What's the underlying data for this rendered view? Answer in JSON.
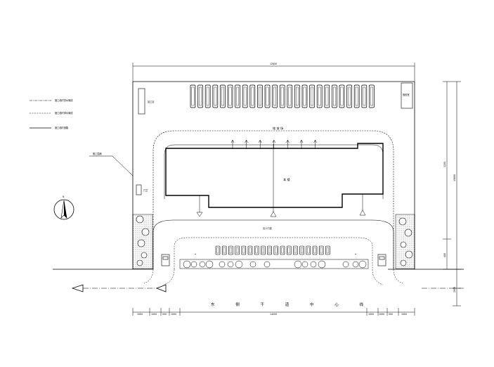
{
  "legend": [
    {
      "style": "dash-dot",
      "label": "施工临时供水管线"
    },
    {
      "style": "dashed",
      "label": "施工临时排水管线"
    },
    {
      "style": "solid",
      "label": "施工临时道路"
    }
  ],
  "labels": {
    "top_dim": "12600",
    "left_block": "加工区",
    "right_room": "值班室",
    "yard": "堆 放 场",
    "building": "本 楼",
    "entrance_road": "出入口道",
    "gate_small": "门卫",
    "boundary_wall": "施工围墙",
    "compass_n": "N",
    "bottom_road": "东 侧 干 道 中 心 线",
    "bottom_dim_center": "14000",
    "bottom_dims_left": [
      "1000",
      "1000",
      "500",
      "1000"
    ],
    "bottom_dims_right": [
      "1000",
      "1000",
      "500",
      "1000"
    ],
    "right_dim_1": "1200",
    "right_dim_2": "15600",
    "right_dim_3": "400",
    "right_dim_4": "2000"
  },
  "colors": {
    "line": "#000000",
    "hatch": "#000000"
  }
}
